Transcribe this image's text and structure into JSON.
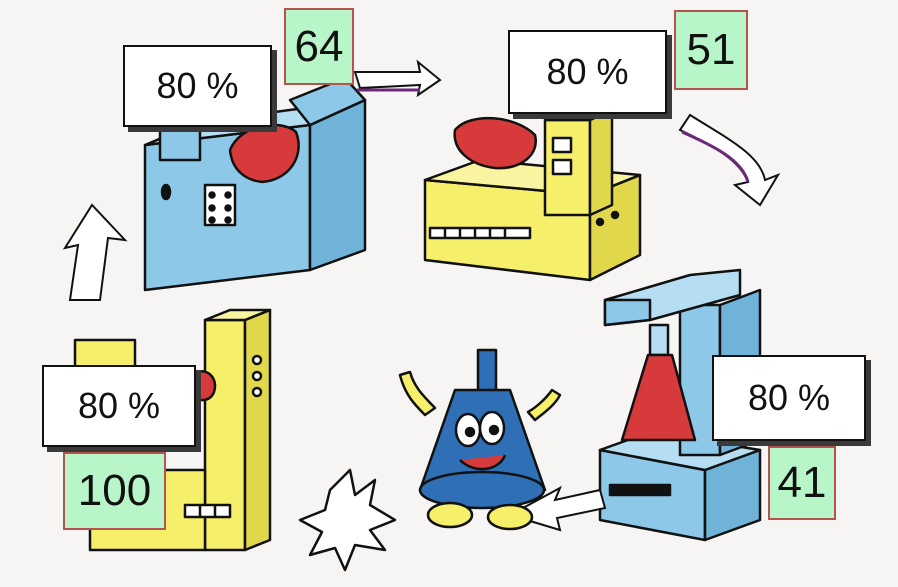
{
  "stations": [
    {
      "id": "top-left",
      "percent": "80 %",
      "count": "64"
    },
    {
      "id": "top-right",
      "percent": "80 %",
      "count": "51"
    },
    {
      "id": "bottom-right",
      "percent": "80 %",
      "count": "41"
    },
    {
      "id": "bottom-left",
      "percent": "80 %",
      "count": "100"
    }
  ],
  "colors": {
    "machine_blue": "#8dc8e8",
    "machine_yellow": "#f5ef6a",
    "workpiece_red": "#d63a3a",
    "character_blue": "#2e6fb5",
    "count_box_fill": "#b8f5c8",
    "count_box_border": "#b5544f",
    "arrow_purple": "#6a2a7a"
  }
}
